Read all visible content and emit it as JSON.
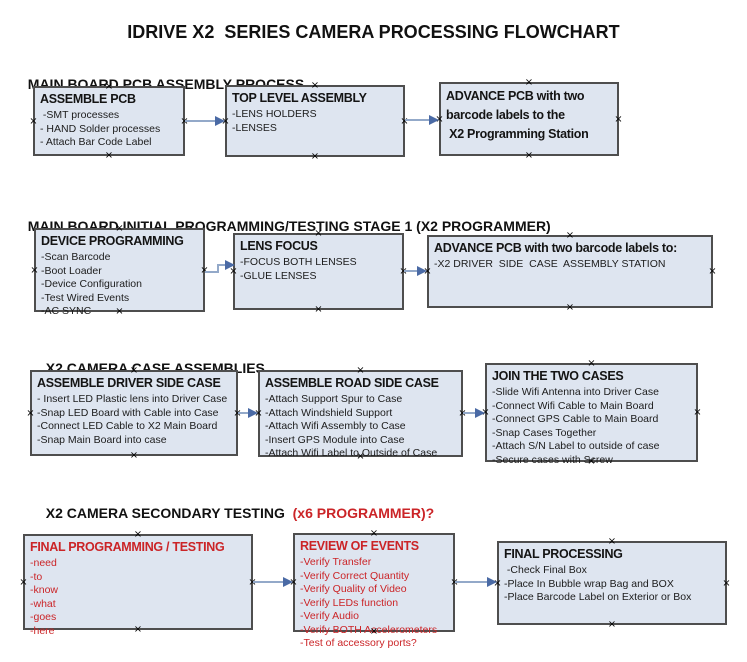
{
  "page_title": "IDRIVE X2  SERIES CAMERA PROCESSING FLOWCHART",
  "icons": {
    "connection_marker": "×"
  },
  "colors": {
    "box_fill": "#dee5f0",
    "box_border": "#4e4e4e",
    "red_text": "#cb2427",
    "black_text": "#141414",
    "arrow_line": "#93a9c9",
    "arrow_head": "#4a6aa5"
  },
  "sections": [
    {
      "heading": "MAIN BOARD PCB ASSEMBLY PROCESS",
      "boxes": [
        {
          "title": "ASSEMBLE PCB",
          "items": [
            " -SMT processes",
            "- HAND Solder processes",
            "- Attach Bar Code Label"
          ]
        },
        {
          "title": "TOP LEVEL ASSEMBLY",
          "items": [
            "-LENS HOLDERS",
            "-LENSES"
          ]
        },
        {
          "title": "ADVANCE PCB with two",
          "items": [
            "barcode labels to the",
            " X2 Programming Station"
          ]
        }
      ]
    },
    {
      "heading": "MAIN BOARD INITIAL PROGRAMMING/TESTING STAGE 1 (X2 PROGRAMMER)",
      "boxes": [
        {
          "title": "DEVICE PROGRAMMING",
          "items": [
            "-Scan Barcode",
            "-Boot Loader",
            "-Device Configuration",
            "-Test Wired Events",
            "-AC SYNC"
          ]
        },
        {
          "title": "LENS FOCUS",
          "items": [
            "-FOCUS BOTH LENSES",
            "-GLUE LENSES"
          ]
        },
        {
          "title": "ADVANCE PCB with two barcode labels to:",
          "items": [
            "-X2 DRIVER  SIDE  CASE  ASSEMBLY STATION"
          ]
        }
      ]
    },
    {
      "heading": "X2 CAMERA CASE ASSEMBLIES",
      "boxes": [
        {
          "title": "ASSEMBLE DRIVER SIDE CASE",
          "items": [
            "- Insert LED Plastic lens into Driver Case",
            "-Snap LED Board with Cable into Case",
            "-Connect LED Cable to X2 Main Board",
            "-Snap Main Board into case"
          ]
        },
        {
          "title": "ASSEMBLE ROAD SIDE CASE",
          "items": [
            "-Attach Support Spur to Case",
            "-Attach Windshield Support",
            "-Attach Wifi Assembly to Case",
            "-Insert GPS Module into Case",
            "-Attach Wifi Label to Outside of Case"
          ]
        },
        {
          "title": "JOIN THE TWO CASES",
          "items": [
            "-Slide Wifi Antenna into Driver Case",
            "-Connect Wifi Cable to Main Board",
            "-Connect GPS Cable to Main Board",
            "-Snap Cases Together",
            "-Attach S/N Label to outside of case",
            "-Secure cases with Screw"
          ]
        }
      ]
    },
    {
      "heading": "X2 CAMERA SECONDARY TESTING",
      "heading_red": "  (x6 PROGRAMMER)?",
      "boxes": [
        {
          "title": "FINAL PROGRAMMING / TESTING",
          "items": [
            "-need",
            "-to",
            "-know",
            "-what",
            "-goes",
            "-here"
          ]
        },
        {
          "title": "REVIEW OF EVENTS",
          "items": [
            "-Verify Transfer",
            "-Verify Correct Quantity",
            "-Verify Quality of Video",
            "-Verify LEDs function",
            "-Verify Audio",
            "-Verify BOTH Accelerometers",
            "-Test of accessory ports?"
          ]
        },
        {
          "title": "FINAL PROCESSING",
          "items": [
            " -Check Final Box",
            "-Place In Bubble wrap Bag and BOX",
            "-Place Barcode Label on Exterior or Box"
          ]
        }
      ]
    }
  ]
}
